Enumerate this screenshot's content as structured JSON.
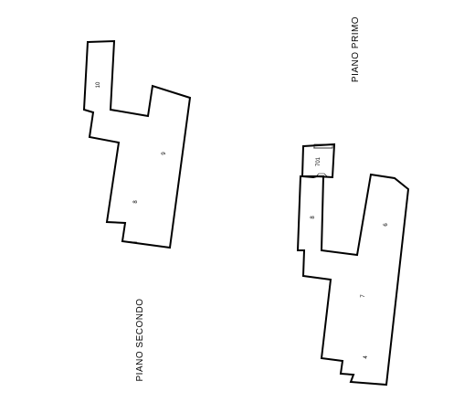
{
  "floors": {
    "second": {
      "label": "PIANO  SECONDO",
      "rooms": [
        "10",
        "9",
        "8"
      ]
    },
    "first": {
      "label": "PIANO  PRIMO",
      "rooms": [
        "701",
        "8",
        "6",
        "7",
        "4"
      ]
    }
  },
  "colors": {
    "line": "#000000",
    "background": "#ffffff"
  }
}
